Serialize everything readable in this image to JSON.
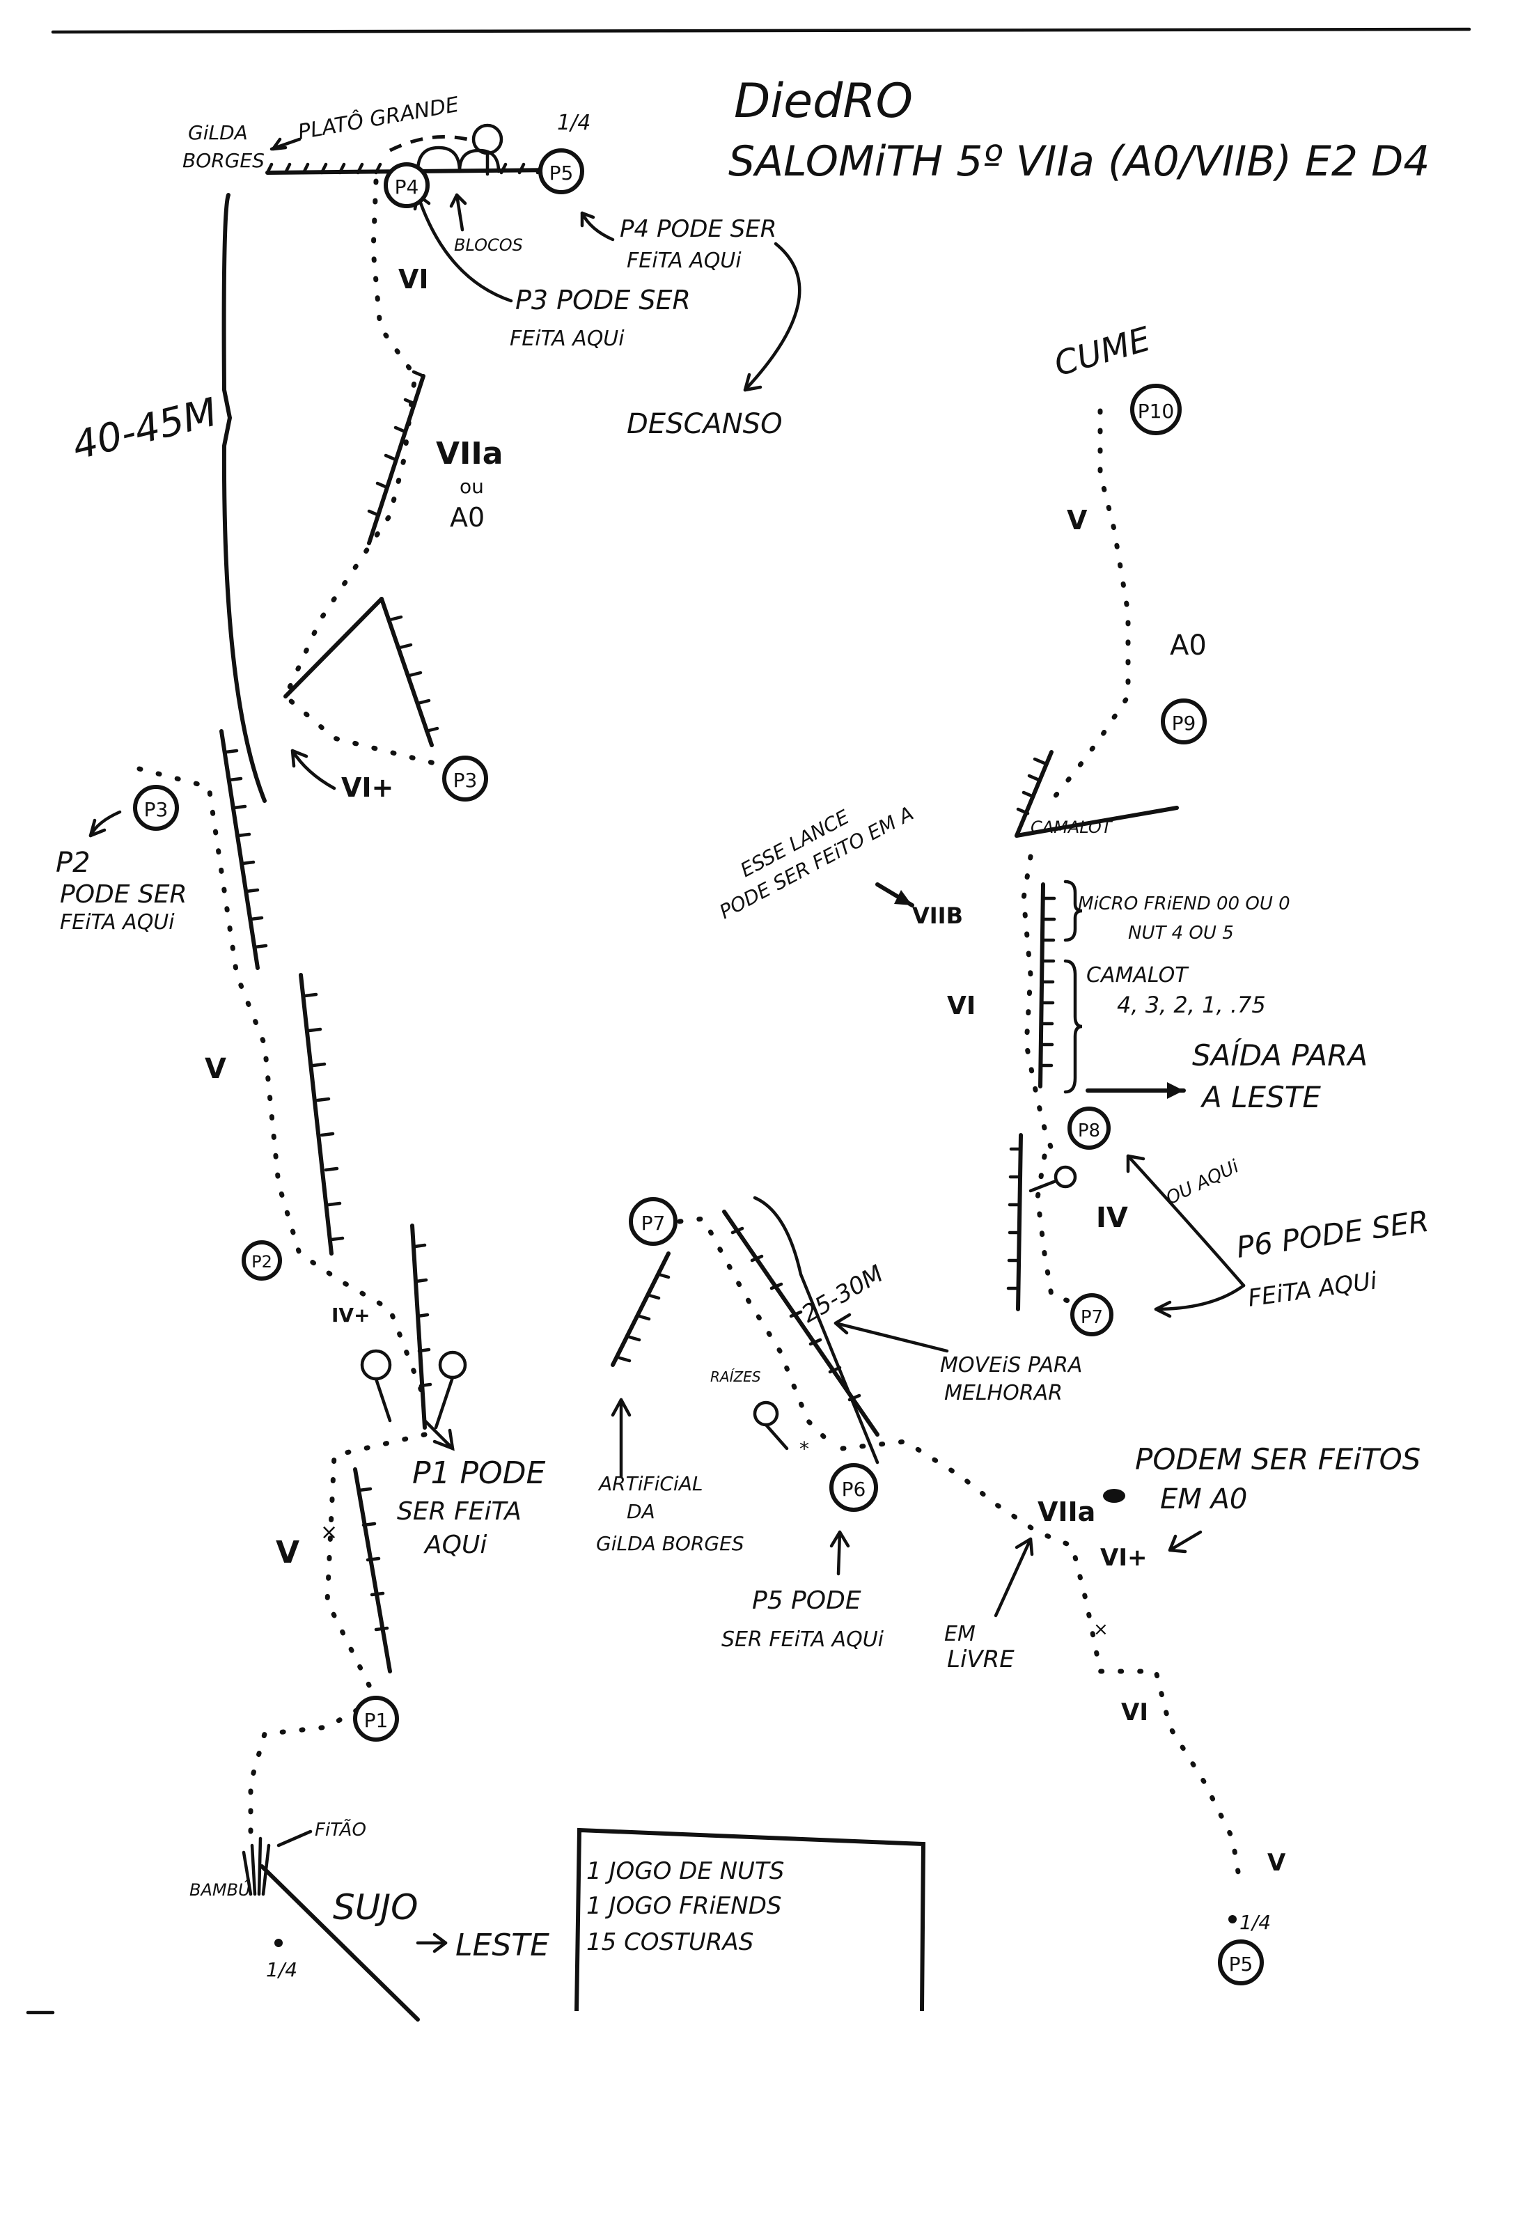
{
  "title": {
    "line1": "DiedRO",
    "line2": "SALOMiTH 5º VIIa (A0/VIIB) E2 D4"
  },
  "belays": [
    {
      "id": "p1",
      "label": "P1"
    },
    {
      "id": "p2",
      "label": "P2"
    },
    {
      "id": "p3_left",
      "label": "P3"
    },
    {
      "id": "p3_right",
      "label": "P3"
    },
    {
      "id": "p4",
      "label": "P4"
    },
    {
      "id": "p5_top",
      "label": "P5"
    },
    {
      "id": "p5_bottom",
      "label": "P5"
    },
    {
      "id": "p6",
      "label": "P6"
    },
    {
      "id": "p7_left",
      "label": "P7"
    },
    {
      "id": "p7_right",
      "label": "P7"
    },
    {
      "id": "p8",
      "label": "P8"
    },
    {
      "id": "p9",
      "label": "P9"
    },
    {
      "id": "p10",
      "label": "P10"
    }
  ],
  "grades": {
    "left_v_low": "V",
    "left_iv_plus": "IV+",
    "left_v_mid": "V",
    "left_vi_plus": "VI+",
    "left_viia": "VIIa",
    "left_ou": "ou",
    "left_a0": "A0",
    "left_vi_top": "VI",
    "mid_viia": "VIIa",
    "mid_vi_plus": "VI+",
    "mid_vi": "VI",
    "mid_v": "V",
    "right_iv": "IV",
    "right_vi": "VI",
    "right_viib": "VIIB",
    "right_a0": "A0",
    "right_v": "V"
  },
  "annotations": {
    "gilda_borges": "GiLDA BORGES",
    "plato_grande": "PLATÔ GRANDE",
    "quarter_top": "1/4",
    "blocos": "BLOCOS",
    "p4_note": "P4 PODE SER FEiTA AQUi",
    "p3_note": "P3 PODE SER FEiTA AQUi",
    "descanso": "DESCANSO",
    "height_left": "40-45M",
    "p2_note": "P2 PODE SER FEiTA AQUi",
    "p1_note": "P1 PODE SER FEiTA AQUi",
    "fitao": "FiTÃO",
    "bambu": "BAMBÚ",
    "sujo": "SUJO",
    "leste": "LESTE",
    "quarter_bottom_left": "1/4",
    "artificial": "ARTiFiCiAL DA GiLDA BORGES",
    "raizes": "RAÍZES",
    "height_mid": "25-30M",
    "moveis": "MOVEiS PARA MELHORAR",
    "p5_note": "P5 PODE SER FEiTA AQUi",
    "em_livre": "EM LiVRE",
    "podem_ser": "PODEM SER FEiTOS EM A0",
    "quarter_bottom_right": "1/4",
    "cume": "CUME",
    "esse_lance": "ESSE LANCE PODE SER FEiTO EM A",
    "camalot_top": "CAMALOT",
    "micro_friend": "MiCRO FRiEND 00 OU 0",
    "nut": "NUT 4 OU 5",
    "camalot_mid": "CAMALOT",
    "camalot_sizes": "4, 3, 2, 1, .75",
    "saida": "SAÍDA PARA A LESTE",
    "ou_aqui": "OU AQUi",
    "p6_note": "P6 PODE SER FEiTA AQUi"
  },
  "gear": {
    "items": [
      "1 JOGO DE NUTS",
      "1 JOGO FRiENDS",
      "15 COSTURAS"
    ]
  }
}
